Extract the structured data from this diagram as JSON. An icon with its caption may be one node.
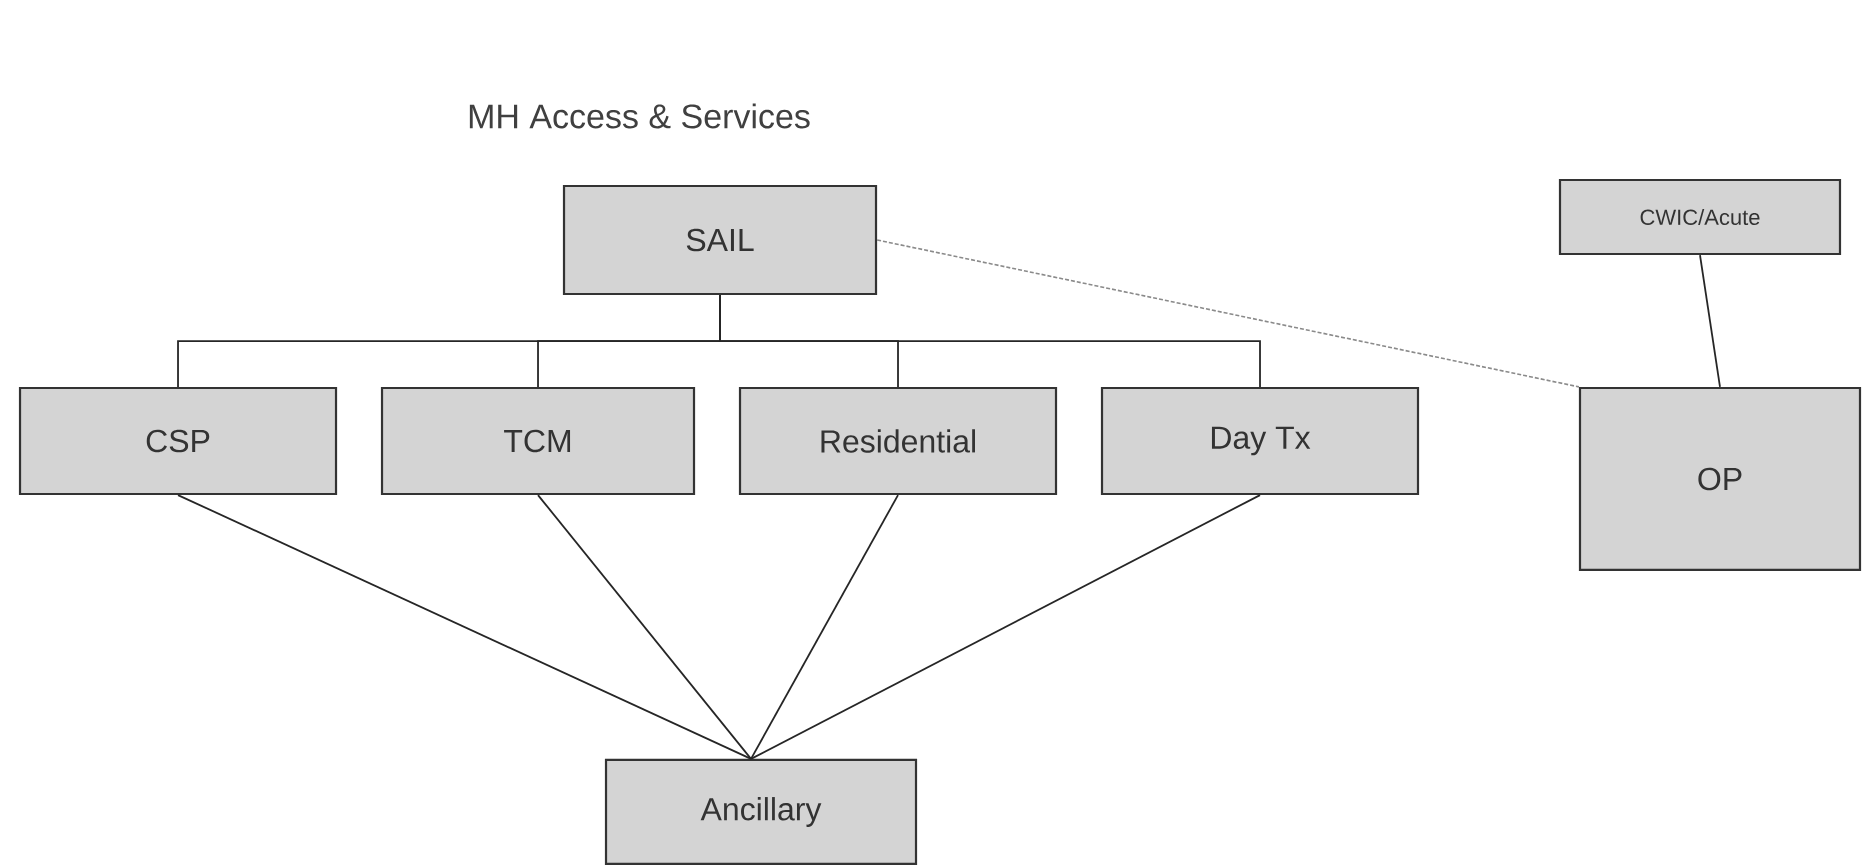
{
  "diagram": {
    "title": "MH Access & Services",
    "nodes": [
      {
        "text": [
          "SAIL"
        ]
      },
      {
        "text": [
          "CWIC/Acute"
        ]
      },
      {
        "text": [
          "CSP"
        ]
      },
      {
        "text": [
          "TCM"
        ]
      },
      {
        "text": [
          "Residential"
        ]
      },
      {
        "text": [
          "Day Tx"
        ]
      },
      {
        "text": [
          "OP"
        ]
      },
      {
        "text": [
          "Ancillary"
        ]
      }
    ],
    "edges": [
      {
        "from": 0,
        "to": 2,
        "arrow": "none"
      },
      {
        "from": 0,
        "to": 3,
        "arrow": "none"
      },
      {
        "from": 0,
        "to": 4,
        "arrow": "none"
      },
      {
        "from": 0,
        "to": 5,
        "arrow": "none"
      },
      {
        "from": 0,
        "to": 6,
        "arrow": "none",
        "style": "dashed",
        "color": "#8a8a8a"
      },
      {
        "from": 1,
        "to": 6,
        "arrow": "none"
      },
      {
        "from": 2,
        "to": 7,
        "arrow": "none"
      },
      {
        "from": 3,
        "to": 7,
        "arrow": "none"
      },
      {
        "from": 4,
        "to": 7,
        "arrow": "none"
      },
      {
        "from": 5,
        "to": 7,
        "arrow": "none"
      }
    ]
  }
}
